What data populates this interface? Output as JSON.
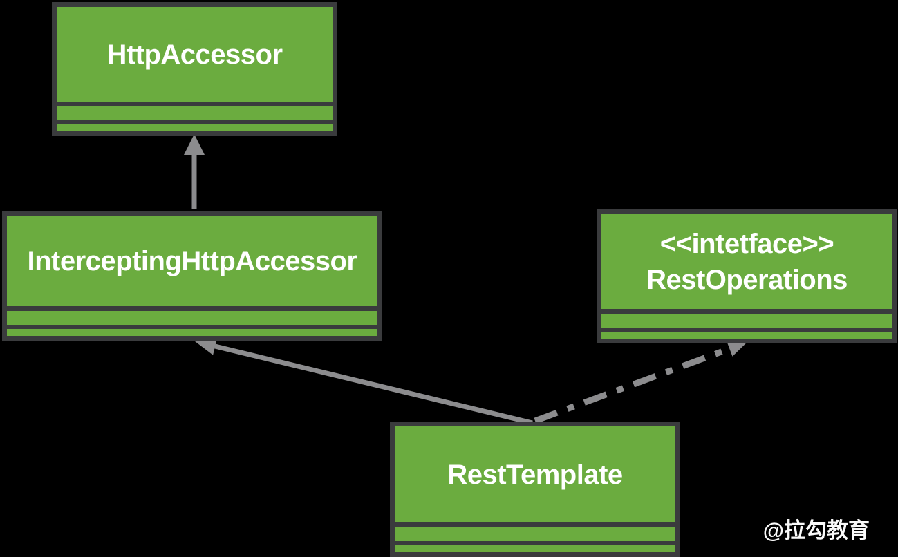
{
  "colors": {
    "background": "#000000",
    "class_fill": "#6bac3f",
    "class_border": "#3a3b3d",
    "arrow": "#8c8c8e",
    "title_text": "#ffffff"
  },
  "classes": [
    {
      "name": "HttpAccessor"
    },
    {
      "name": "InterceptingHttpAccessor"
    },
    {
      "stereotype": "<<intetface>>",
      "name": "RestOperations"
    },
    {
      "name": "RestTemplate"
    }
  ],
  "relations": [
    {
      "from": "InterceptingHttpAccessor",
      "to": "HttpAccessor",
      "type": "generalization",
      "line_style": "solid",
      "arrowhead": "filled-triangle"
    },
    {
      "from": "RestTemplate",
      "to": "InterceptingHttpAccessor",
      "type": "generalization",
      "line_style": "solid",
      "arrowhead": "filled-triangle"
    },
    {
      "from": "RestTemplate",
      "to": "RestOperations",
      "type": "realization",
      "line_style": "dash-dot",
      "arrowhead": "filled-triangle"
    }
  ],
  "watermark": "@拉勾教育"
}
